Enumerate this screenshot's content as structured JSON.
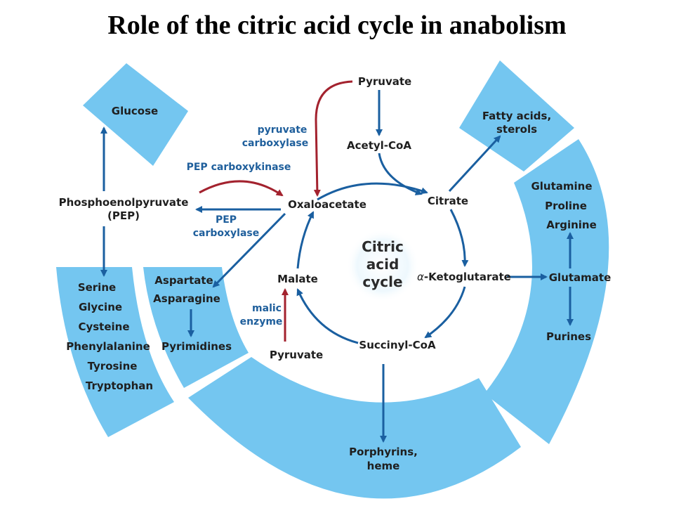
{
  "title": "Role of the citric acid cycle in anabolism",
  "center": [
    "Citric",
    "acid",
    "cycle"
  ],
  "cycle": {
    "pyruvate_top": "Pyruvate",
    "acetyl_coa": "Acetyl-CoA",
    "citrate": "Citrate",
    "ketoglutarate": "-Ketoglutarate",
    "alpha": "α",
    "succinyl_coa": "Succinyl-CoA",
    "malate": "Malate",
    "oxaloacetate": "Oxaloacetate",
    "pyruvate_bottom": "Pyruvate"
  },
  "enzymes": {
    "pyruvate_carboxylase": [
      "pyruvate",
      "carboxylase"
    ],
    "pep_carboxykinase": "PEP carboxykinase",
    "pep_carboxylase": [
      "PEP",
      "carboxylase"
    ],
    "malic_enzyme": [
      "malic",
      "enzyme"
    ]
  },
  "pep": [
    "Phosphoenolpyruvate",
    "(PEP)"
  ],
  "segments": {
    "glucose": "Glucose",
    "fatty_acids": [
      "Fatty acids,",
      "sterols"
    ],
    "amino_left": [
      "Serine",
      "Glycine",
      "Cysteine",
      "Phenylalanine",
      "Tyrosine",
      "Tryptophan"
    ],
    "aspartate_group": [
      "Aspartate",
      "Asparagine"
    ],
    "pyrimidines": "Pyrimidines",
    "glutamate_group": [
      "Glutamine",
      "Proline",
      "Arginine"
    ],
    "glutamate": "Glutamate",
    "purines": "Purines",
    "porphyrins": [
      "Porphyrins,",
      "heme"
    ]
  },
  "colors": {
    "segment": "#74c6f0",
    "blue_arrow": "#1a5fa0",
    "red_arrow": "#a3222e"
  }
}
